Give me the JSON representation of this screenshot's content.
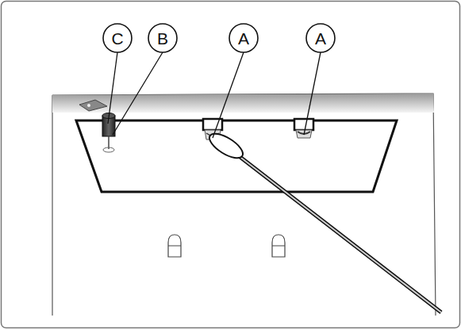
{
  "diagram": {
    "labels": [
      "C",
      "B",
      "A",
      "A"
    ]
  }
}
